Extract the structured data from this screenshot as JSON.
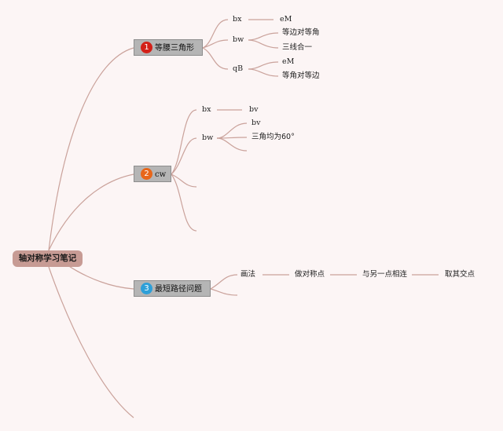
{
  "root": {
    "label": "轴对称学习笔记"
  },
  "branches": [
    {
      "badge": "1",
      "badge_color": "#d32018",
      "label": "等腰三角形",
      "children": [
        {
          "label": "bx",
          "children": [
            "eM"
          ]
        },
        {
          "label": "bw",
          "children": [
            "等边对等角",
            "三线合一"
          ]
        },
        {
          "label": "qB",
          "children": [
            "eM",
            "等角对等边"
          ]
        }
      ]
    },
    {
      "badge": "2",
      "badge_color": "#e8661a",
      "label": "cw",
      "children": [
        {
          "label": "bx",
          "children": [
            "bv"
          ]
        },
        {
          "label": "bw",
          "children": [
            "bv",
            "三角均为60°"
          ]
        }
      ]
    },
    {
      "badge": "3",
      "badge_color": "#2e9fd8",
      "label": "最短路径问题",
      "children": [
        {
          "label": "画法",
          "children": [
            "做对称点",
            "与另一点相连",
            "取其交点"
          ]
        }
      ]
    }
  ],
  "colors": {
    "line": "#caa29b",
    "background": "#fcf5f5"
  }
}
